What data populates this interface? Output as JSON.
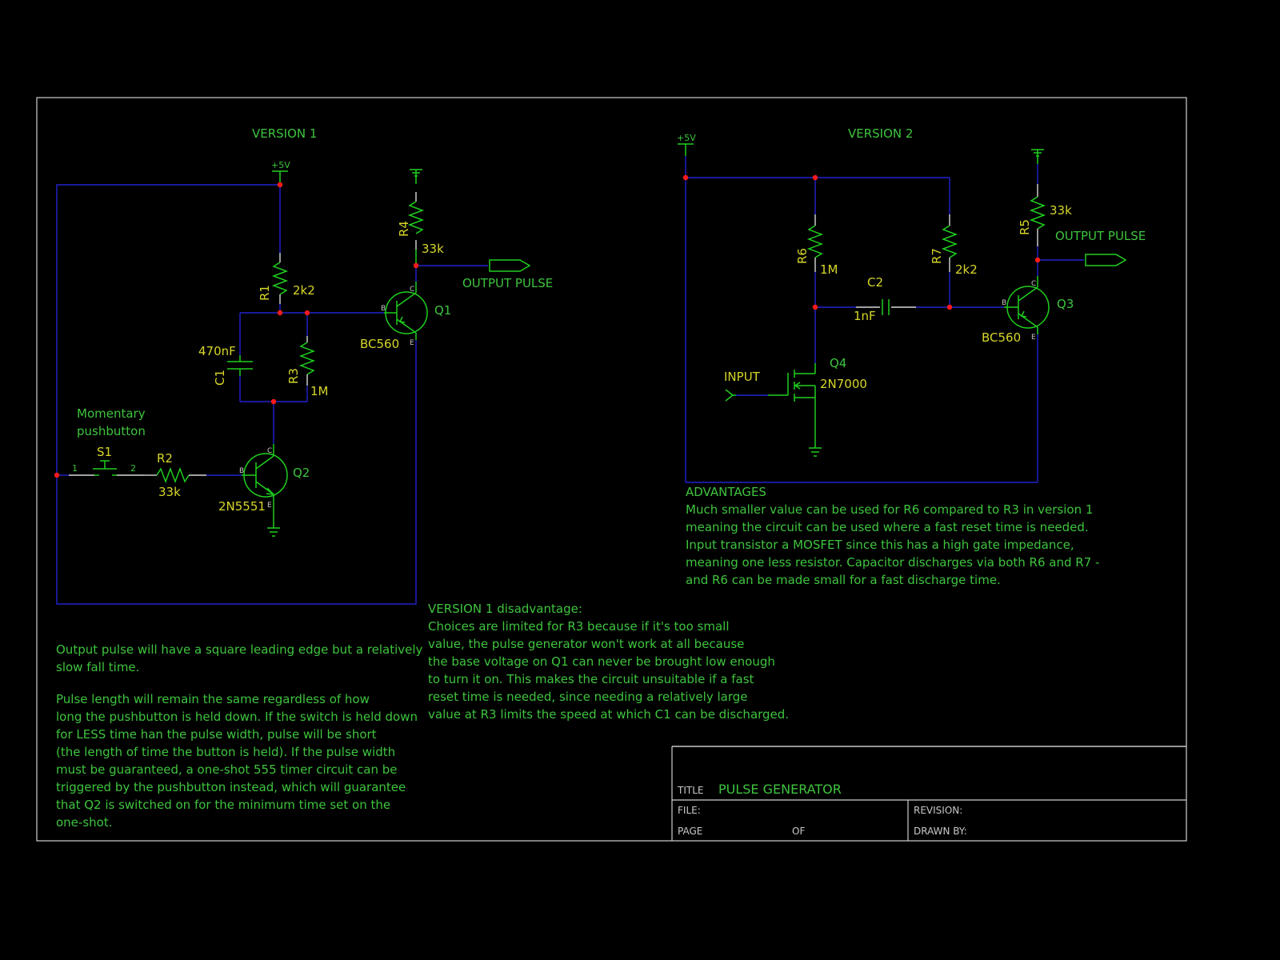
{
  "sheet": {
    "title_label": "TITLE",
    "title": "PULSE GENERATOR",
    "file_label": "FILE:",
    "page_label": "PAGE",
    "of_label": "OF",
    "revision_label": "REVISION:",
    "drawn_by_label": "DRAWN BY:"
  },
  "version1": {
    "heading": "VERSION 1",
    "supply": "+5V",
    "r4_name": "R4",
    "r4_value": "33k",
    "r1_name": "R1",
    "r1_value": "2k2",
    "r3_name": "R3",
    "r3_value": "1M",
    "c1_name": "C1",
    "c1_value": "470nF",
    "q1_name": "Q1",
    "q1_part": "BC560",
    "q2_name": "Q2",
    "q2_part": "2N5551",
    "r2_name": "R2",
    "r2_value": "33k",
    "s1_name": "S1",
    "s1_pin1": "1",
    "s1_pin2": "2",
    "switch_note_1": "Momentary",
    "switch_note_2": "pushbutton",
    "output": "OUTPUT PULSE",
    "pin_b": "B",
    "pin_c": "C",
    "pin_e": "E",
    "notes_1": [
      "Output pulse will have a square leading edge but a relatively",
      "slow fall time."
    ],
    "notes_2": [
      "Pulse length will remain the same regardless of how",
      "long the pushbutton is held down. If the switch is held down",
      "for LESS time han the pulse width, pulse will be short",
      "(the length of time the button is held). If the pulse width",
      "must be guaranteed, a one-shot 555 timer circuit can be",
      "triggered by the pushbutton instead, which will guarantee",
      "that Q2 is switched on for the minimum time set on the",
      "one-shot."
    ],
    "disadvantage": [
      "VERSION 1 disadvantage:",
      "Choices are limited for R3 because if it's too small",
      "value, the pulse generator won't work at all because",
      "the base voltage on Q1 can never be brought low enough",
      "to turn it on. This makes the circuit unsuitable if a fast",
      "reset time is needed, since needing a relatively large",
      "value at R3 limits the speed at which C1 can be discharged."
    ]
  },
  "version2": {
    "heading": "VERSION 2",
    "supply": "+5V",
    "r5_name": "R5",
    "r5_value": "33k",
    "r6_name": "R6",
    "r6_value": "1M",
    "r7_name": "R7",
    "r7_value": "2k2",
    "c2_name": "C2",
    "c2_value": "1nF",
    "q3_name": "Q3",
    "q3_part": "BC560",
    "q4_name": "Q4",
    "q4_part": "2N7000",
    "input": "INPUT",
    "output": "OUTPUT PULSE",
    "pin_b": "B",
    "pin_c": "C",
    "pin_e": "E",
    "advantages": [
      "ADVANTAGES",
      "Much smaller value can be used for R6 compared to R3 in version 1",
      "meaning the circuit can be used where a fast reset time is needed.",
      "Input transistor a MOSFET since this has a high gate impedance,",
      "meaning one less resistor. Capacitor discharges via both R6 and R7 -",
      "and R6 can be made small for a fast discharge time."
    ]
  },
  "colors": {
    "background": "#000000",
    "wire": "#2222d0",
    "component": "#1fcf1f",
    "node": "#ff1a1a",
    "label_green": "#3ec43e",
    "label_yellow": "#d6d62a",
    "frame": "#d0d0d0"
  }
}
